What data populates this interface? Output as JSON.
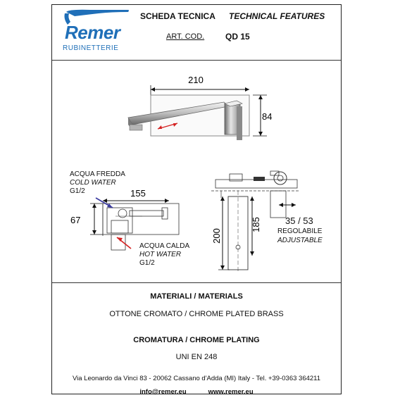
{
  "brand": {
    "name": "Remer",
    "subtitle": "RUBINETTERIE"
  },
  "header": {
    "scheda": "SCHEDA TECNICA",
    "technical": "TECHNICAL FEATURES",
    "art_label": "ART. COD.",
    "code": "QD 15"
  },
  "dimensions": {
    "width_top": "210",
    "height_top": "84",
    "side_width": "155",
    "side_height": "67",
    "front_200": "200",
    "front_185": "185",
    "adjust": "35 / 53"
  },
  "labels": {
    "cold_it": "ACQUA FREDDA",
    "cold_en": "COLD WATER",
    "cold_size": "G1/2",
    "hot_it": "ACQUA CALDA",
    "hot_en": "HOT WATER",
    "hot_size": "G1/2",
    "adj_it": "REGOLABILE",
    "adj_en": "ADJUSTABLE"
  },
  "materials": {
    "heading": "MATERIALI / MATERIALS",
    "value": "OTTONE CROMATO / CHROME PLATED BRASS"
  },
  "plating": {
    "heading": "CROMATURA / CHROME PLATING",
    "value": "UNI EN 248"
  },
  "footer": {
    "address": "Via Leonardo da Vinci 83 - 20062 Cassano d'Adda (MI) Italy - Tel. +39-0363 364211",
    "email": "info@remer.eu",
    "web": "www.remer.eu"
  },
  "colors": {
    "brand_blue": "#1f6fb8",
    "cold_arrow": "#3a3aa0",
    "hot_arrow": "#d42020",
    "chrome_dark": "#555555"
  }
}
